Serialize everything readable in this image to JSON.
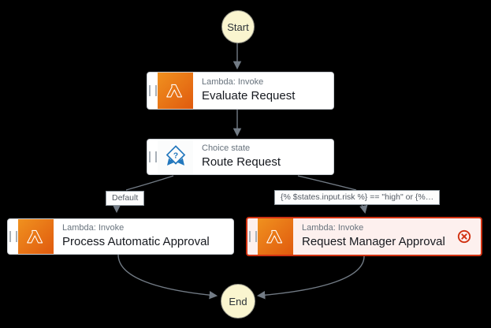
{
  "diagram": {
    "start_label": "Start",
    "end_label": "End",
    "states": {
      "evaluate": {
        "type": "Lambda: Invoke",
        "name": "Evaluate Request",
        "icon": "lambda-icon"
      },
      "route": {
        "type": "Choice state",
        "name": "Route Request",
        "icon": "choice-icon"
      },
      "auto_approval": {
        "type": "Lambda: Invoke",
        "name": "Process Automatic Approval",
        "icon": "lambda-icon"
      },
      "manager_approval": {
        "type": "Lambda: Invoke",
        "name": "Request Manager Approval",
        "icon": "lambda-icon",
        "status": "error"
      }
    },
    "edge_labels": {
      "default_branch": "Default",
      "risk_condition": "{% $states.input.risk %} == \"high\" or {%…"
    },
    "colors": {
      "background": "#000000",
      "lambda_gradient_start": "#f0911f",
      "lambda_gradient_end": "#e05a0e",
      "choice_icon_blue": "#2277bd",
      "error_red": "#d13212",
      "error_box_background": "#fdf0ee",
      "terminal_fill": "#faf5cf",
      "connector_gray": "#727b85",
      "type_text_gray": "#68737d",
      "name_text": "#16191f"
    }
  }
}
